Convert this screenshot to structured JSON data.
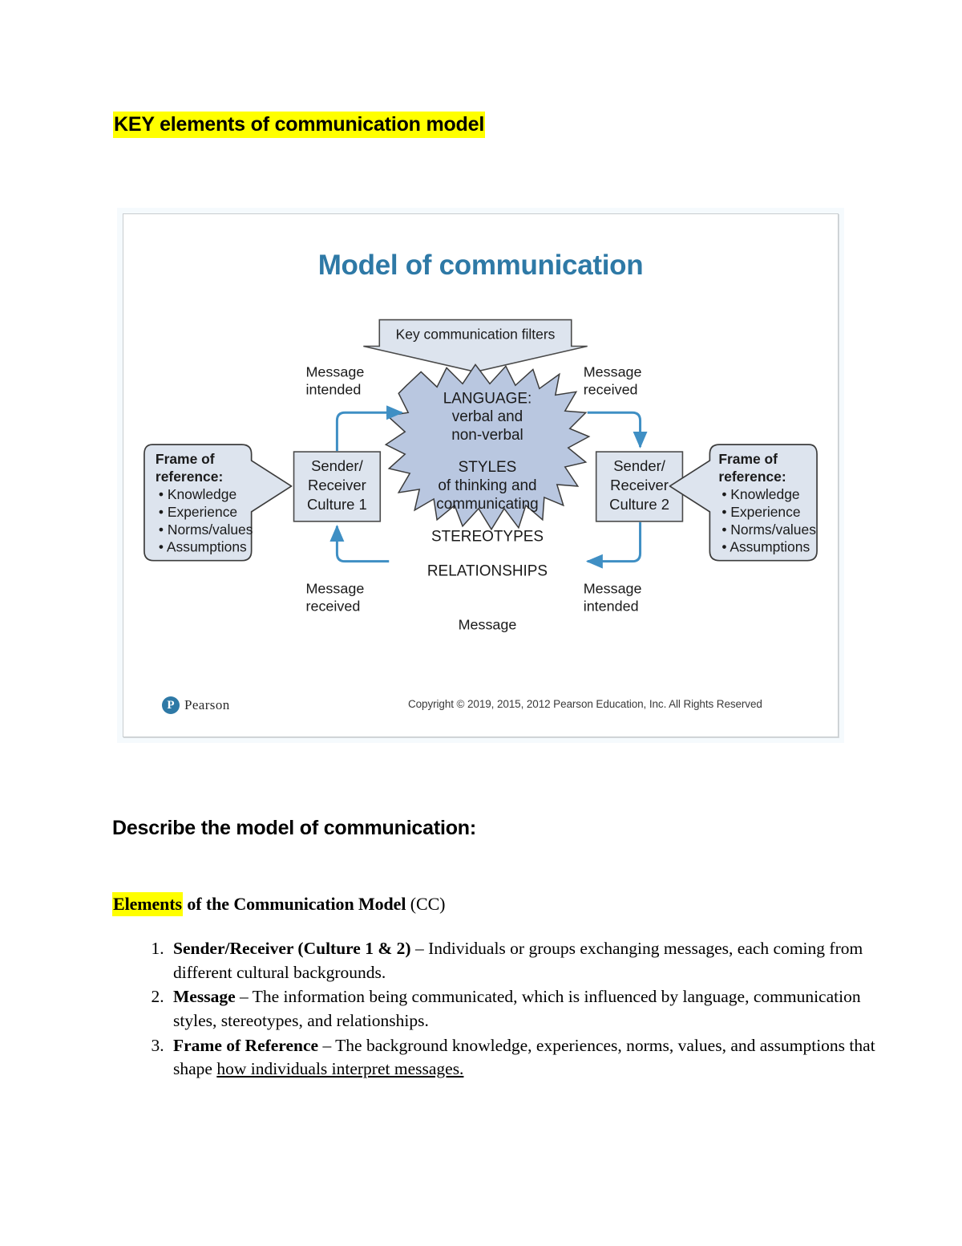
{
  "document": {
    "heading": "KEY elements of communication model",
    "heading_highlight_color": "#ffff00"
  },
  "slide": {
    "title": "Model of communication",
    "title_color": "#2e79a6",
    "filters_banner": "Key communication filters",
    "starburst": {
      "fill_color": "#b9c7e0",
      "lines": [
        "LANGUAGE:",
        "verbal and",
        "non-verbal",
        "STYLES",
        "of thinking and",
        "communicating",
        "STEREOTYPES",
        "RELATIONSHIPS"
      ]
    },
    "left_party": {
      "line1": "Sender/",
      "line2": "Receiver",
      "line3": "Culture 1"
    },
    "right_party": {
      "line1": "Sender/",
      "line2": "Receiver",
      "line3": "Culture 2"
    },
    "left_frame": {
      "title_line1": "Frame of",
      "title_line2": "reference:",
      "items": [
        "Knowledge",
        "Experience",
        "Norms/values",
        "Assumptions"
      ]
    },
    "right_frame": {
      "title_line1": "Frame of",
      "title_line2": "reference:",
      "items": [
        "Knowledge",
        "Experience",
        "Norms/values",
        "Assumptions"
      ]
    },
    "labels": {
      "top_left_line1": "Message",
      "top_left_line2": "intended",
      "top_right_line1": "Message",
      "top_right_line2": "received",
      "bottom_left_line1": "Message",
      "bottom_left_line2": "received",
      "bottom_right_line1": "Message",
      "bottom_right_line2": "intended",
      "bottom_center": "Message"
    },
    "arrow_color": "#3f8fc4",
    "footer": {
      "logo_letter": "P",
      "logo_word": "Pearson",
      "copyright": "Copyright © 2019, 2015, 2012 Pearson Education, Inc. All Rights Reserved"
    }
  },
  "body": {
    "describe_heading": "Describe the model of communication:",
    "elements_heading": {
      "highlighted": "Elements",
      "rest_bold": " of the Communication Model ",
      "rest_light": "(CC)"
    },
    "list": [
      {
        "number": "1.",
        "term": "Sender/Receiver (Culture 1 & 2)",
        "text": " – Individuals or groups exchanging messages, each coming from different cultural backgrounds."
      },
      {
        "number": "2.",
        "term": "Message",
        "text": " – The information being communicated, which is influenced by language, communication styles, stereotypes, and relationships."
      },
      {
        "number": "3.",
        "term": "Frame of Reference",
        "text": " – The background knowledge, experiences, norms, values, and assumptions that shape ",
        "underlined_tail": "how individuals interpret messages."
      }
    ]
  }
}
